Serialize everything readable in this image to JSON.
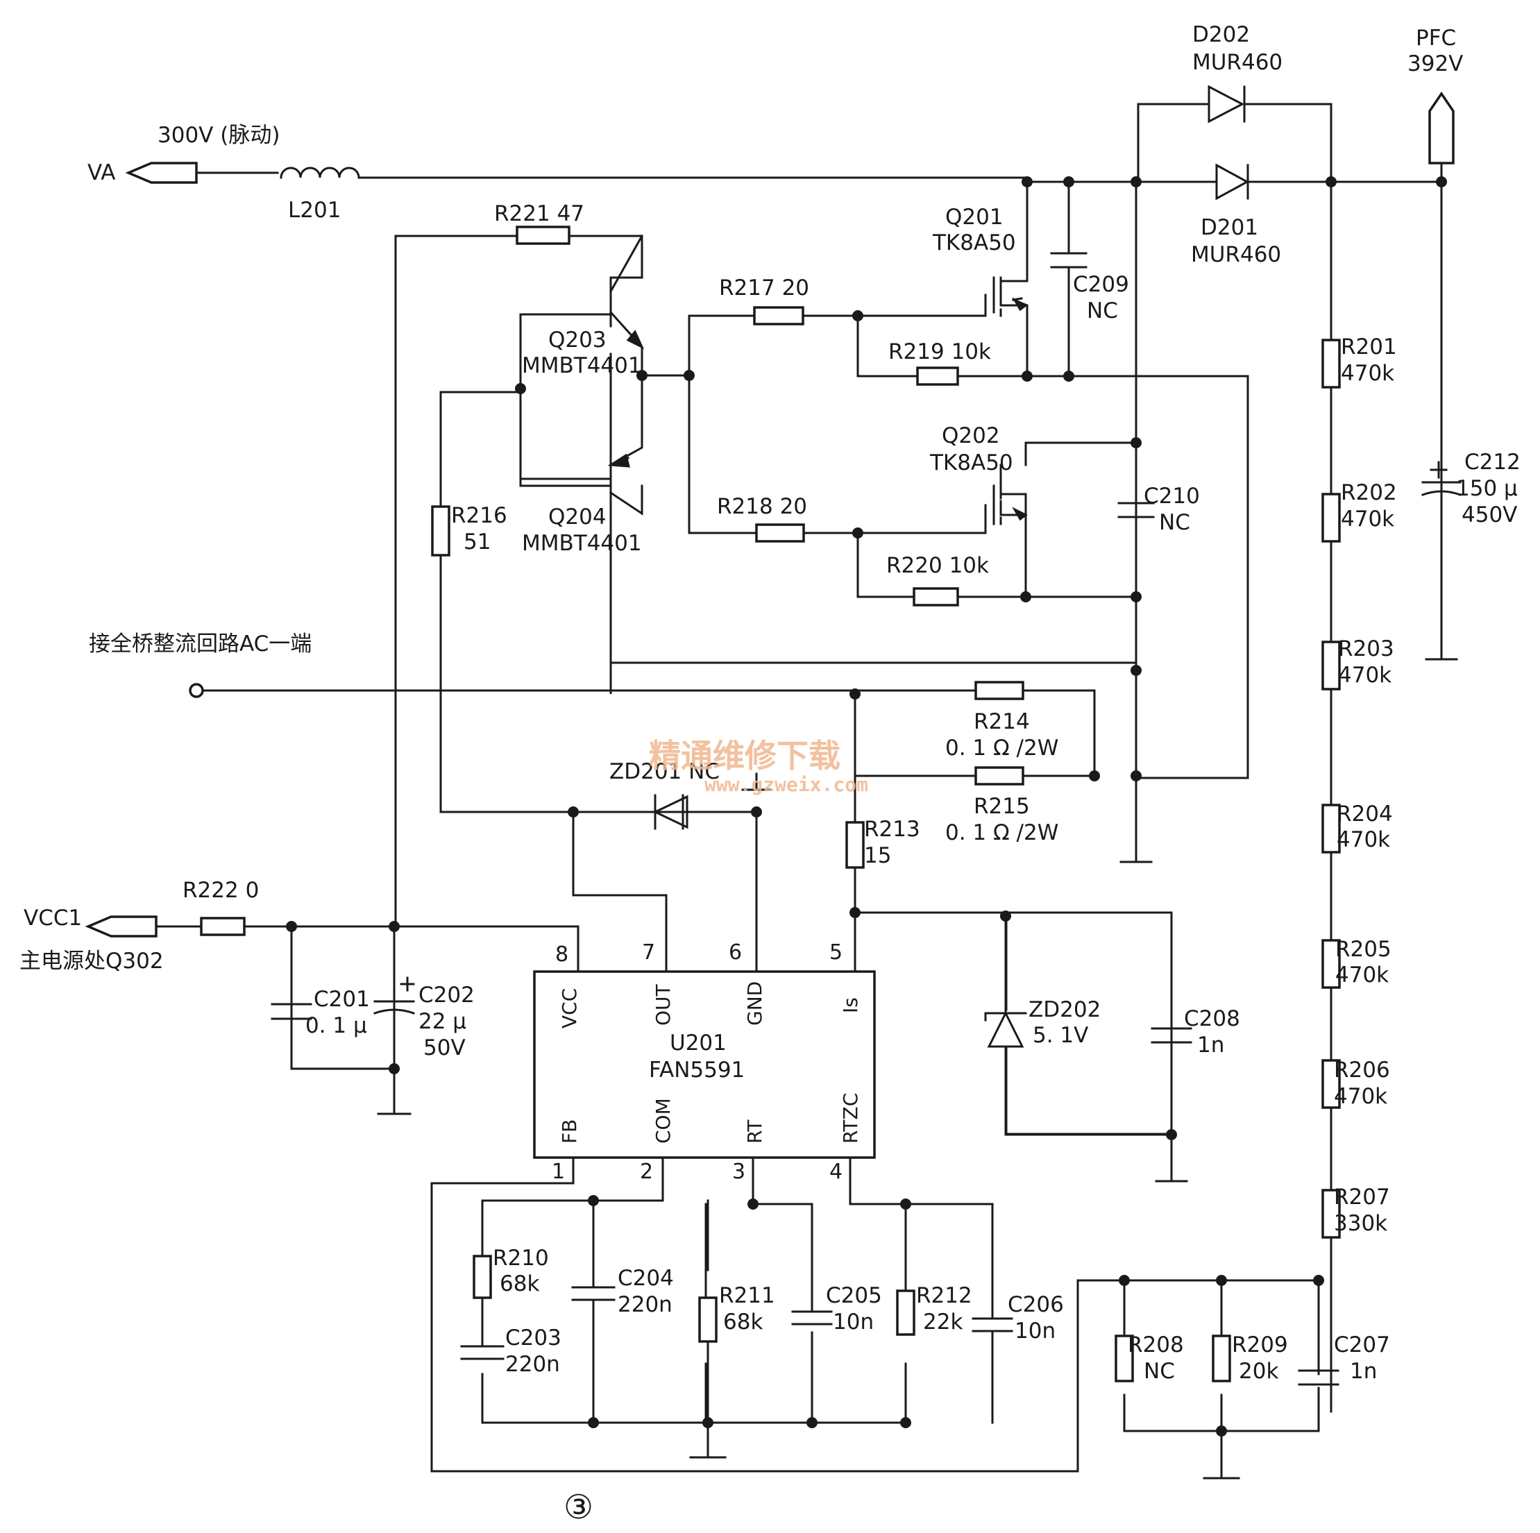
{
  "ports": {
    "va": "VA",
    "va_note": "300V (脉动)",
    "pfc": "PFC",
    "pfc_v": "392V",
    "vcc1": "VCC1",
    "vcc1_note": "主电源处Q302",
    "ac": "接全桥整流回路AC一端"
  },
  "parts": {
    "L201": "L201",
    "D202": "D202",
    "D202_v": "MUR460",
    "D201": "D201",
    "D201_v": "MUR460",
    "Q201": "Q201",
    "Q201_v": "TK8A50",
    "Q202": "Q202",
    "Q202_v": "TK8A50",
    "Q203": "Q203",
    "Q203_v": "MMBT4401",
    "Q204": "Q204",
    "Q204_v": "MMBT4401",
    "C209": "C209",
    "C209_v": "NC",
    "C210": "C210",
    "C210_v": "NC",
    "R221": "R221  47",
    "R217": "R217  20",
    "R218": "R218  20",
    "R219": "R219  10k",
    "R220": "R220  10k",
    "R216": "R216",
    "R216_v": "51",
    "R214": "R214",
    "R214_v": "0. 1 Ω /2W",
    "R215": "R215",
    "R215_v": "0. 1 Ω /2W",
    "R213": "R213",
    "R213_v": "15",
    "ZD201": "ZD201  NC",
    "ZD202": "ZD202",
    "ZD202_v": "5. 1V",
    "C208": "C208",
    "C208_v": "1n",
    "R222": "R222  0",
    "C201": "C201",
    "C201_v": "0. 1 μ",
    "C202": "C202",
    "C202_v": "22 μ",
    "C202_v2": "50V",
    "C212": "C212",
    "C212_v": "150 μ",
    "C212_v2": "450V",
    "R201": "R201",
    "R201_v": "470k",
    "R202": "R202",
    "R202_v": "470k",
    "R203": "R203",
    "R203_v": "470k",
    "R204": "R204",
    "R204_v": "470k",
    "R205": "R205",
    "R205_v": "470k",
    "R206": "R206",
    "R206_v": "470k",
    "R207": "R207",
    "R207_v": "330k",
    "R208": "R208",
    "R208_v": "NC",
    "R209": "R209",
    "R209_v": "20k",
    "C207": "C207",
    "C207_v": "1n",
    "R210": "R210",
    "R210_v": "68k",
    "C203": "C203",
    "C203_v": "220n",
    "C204": "C204",
    "C204_v": "220n",
    "R211": "R211",
    "R211_v": "68k",
    "C205": "C205",
    "C205_v": "10n",
    "R212": "R212",
    "R212_v": "22k",
    "C206": "C206",
    "C206_v": "10n"
  },
  "ic": {
    "name": "U201",
    "model": "FAN5591",
    "pins_top": [
      {
        "num": "8",
        "label": "VCC"
      },
      {
        "num": "7",
        "label": "OUT"
      },
      {
        "num": "6",
        "label": "GND"
      },
      {
        "num": "5",
        "label": "Is"
      }
    ],
    "pins_bottom": [
      {
        "num": "1",
        "label": "FB"
      },
      {
        "num": "2",
        "label": "COM"
      },
      {
        "num": "3",
        "label": "RT"
      },
      {
        "num": "4",
        "label": "RTZC"
      }
    ]
  },
  "watermark": {
    "cn": "精通维修下载",
    "url": "www.gzweix.com"
  },
  "figure_number": "③"
}
